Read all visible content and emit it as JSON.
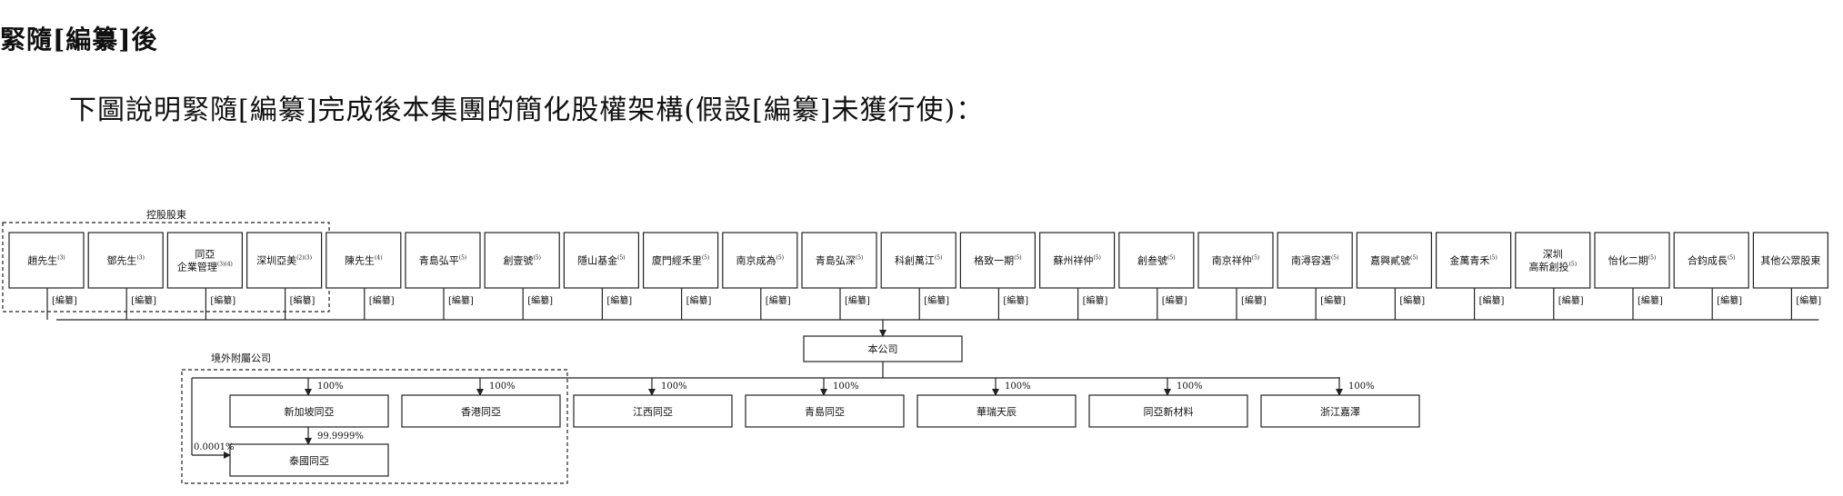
{
  "heading": "緊隨[編纂]後",
  "intro": "下圖說明緊隨[編纂]完成後本集團的簡化股權架構(假設[編纂]未獲行使)：",
  "controlling_group_label": "控股股東",
  "overseas_group_label": "境外附屬公司",
  "shareholders": [
    {
      "name": "趙先生",
      "note": "(3)",
      "holding": "[編纂]"
    },
    {
      "name": "鄧先生",
      "note": "(3)",
      "holding": "[編纂]"
    },
    {
      "name": "同亞\n企業管理",
      "note": "(3)(4)",
      "holding": "[編纂]"
    },
    {
      "name": "深圳亞美",
      "note": "(2)(3)",
      "holding": "[編纂]"
    },
    {
      "name": "陳先生",
      "note": "(4)",
      "holding": "[編纂]"
    },
    {
      "name": "青島弘平",
      "note": "(5)",
      "holding": "[編纂]"
    },
    {
      "name": "創壹號",
      "note": "(5)",
      "holding": "[編纂]"
    },
    {
      "name": "隱山基金",
      "note": "(5)",
      "holding": "[編纂]"
    },
    {
      "name": "廈門經禾里",
      "note": "(5)",
      "holding": "[編纂]"
    },
    {
      "name": "南京成為",
      "note": "(5)",
      "holding": "[編纂]"
    },
    {
      "name": "青島弘深",
      "note": "(5)",
      "holding": "[編纂]"
    },
    {
      "name": "科創萬江",
      "note": "(5)",
      "holding": "[編纂]"
    },
    {
      "name": "格致一期",
      "note": "(5)",
      "holding": "[編纂]"
    },
    {
      "name": "蘇州祥仲",
      "note": "(5)",
      "holding": "[編纂]"
    },
    {
      "name": "創叁號",
      "note": "(5)",
      "holding": "[編纂]"
    },
    {
      "name": "南京祥仲",
      "note": "(5)",
      "holding": "[編纂]"
    },
    {
      "name": "南潯容邁",
      "note": "(5)",
      "holding": "[編纂]"
    },
    {
      "name": "嘉興貳號",
      "note": "(5)",
      "holding": "[編纂]"
    },
    {
      "name": "金萬青禾",
      "note": "(5)",
      "holding": "[編纂]"
    },
    {
      "name": "深圳\n高新創投",
      "note": "(5)",
      "holding": "[編纂]"
    },
    {
      "name": "怡化二期",
      "note": "(5)",
      "holding": "[編纂]"
    },
    {
      "name": "合鈞成長",
      "note": "(5)",
      "holding": "[編纂]"
    },
    {
      "name": "其他公眾股東",
      "note": "",
      "holding": "[編纂]"
    }
  ],
  "company": "本公司",
  "subsidiaries": [
    {
      "name": "新加坡同亞",
      "pct": "100%"
    },
    {
      "name": "香港同亞",
      "pct": "100%"
    },
    {
      "name": "江西同亞",
      "pct": "100%"
    },
    {
      "name": "青島同亞",
      "pct": "100%"
    },
    {
      "name": "華瑞天辰",
      "pct": "100%"
    },
    {
      "name": "同亞新材料",
      "pct": "100%"
    },
    {
      "name": "浙江嘉澤",
      "pct": "100%"
    }
  ],
  "thailand": {
    "name": "泰國同亞",
    "pct_from_singapore": "99.9999%",
    "pct_from_company": "0.0001%"
  }
}
